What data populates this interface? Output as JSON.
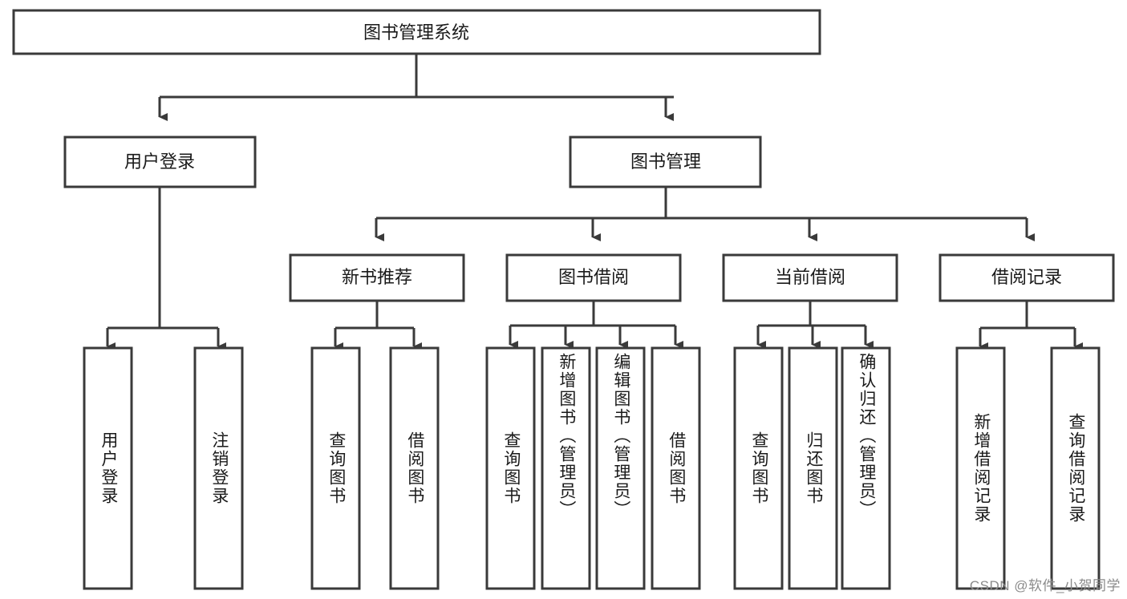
{
  "diagram": {
    "type": "tree",
    "title": "图书管理系统",
    "orientation": "top-down",
    "colors": {
      "stroke": "#3a3a3a",
      "fill": "#ffffff",
      "text": "#1a1a1a",
      "background": "#ffffff",
      "watermark": "#8b8b8b"
    },
    "root": {
      "label": "图书管理系统"
    },
    "level2": [
      {
        "label": "用户登录"
      },
      {
        "label": "图书管理"
      }
    ],
    "level3": [
      {
        "label": "新书推荐"
      },
      {
        "label": "图书借阅"
      },
      {
        "label": "当前借阅"
      },
      {
        "label": "借阅记录"
      }
    ],
    "leaves": {
      "user_login": [
        {
          "label": "用户登录"
        },
        {
          "label": "注销登录"
        }
      ],
      "new_book_recommend": [
        {
          "label": "查询图书"
        },
        {
          "label": "借阅图书"
        }
      ],
      "book_borrow": [
        {
          "label": "查询图书"
        },
        {
          "label": "新增图书（管理员）"
        },
        {
          "label": "编辑图书（管理员）"
        },
        {
          "label": "借阅图书"
        }
      ],
      "current_borrow": [
        {
          "label": "查询图书"
        },
        {
          "label": "归还图书"
        },
        {
          "label": "确认归还（管理员）"
        }
      ],
      "borrow_record": [
        {
          "label": "新增借阅记录"
        },
        {
          "label": "查询借阅记录"
        }
      ]
    }
  },
  "watermark": {
    "text": "CSDN @软件_小贺同学"
  }
}
